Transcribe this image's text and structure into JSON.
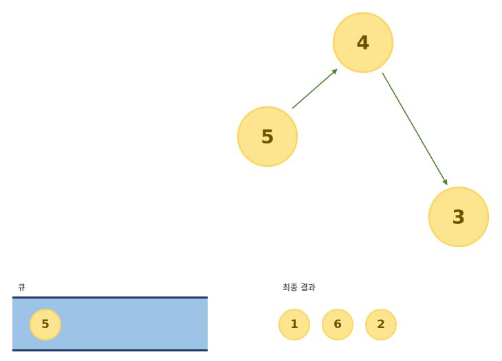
{
  "graph": {
    "nodes": [
      {
        "id": "n5",
        "label": "5"
      },
      {
        "id": "n4",
        "label": "4"
      },
      {
        "id": "n3",
        "label": "3"
      }
    ],
    "edges": [
      {
        "from": "5",
        "to": "4"
      },
      {
        "from": "4",
        "to": "3"
      }
    ]
  },
  "queue": {
    "label": "큐",
    "items": [
      "5"
    ]
  },
  "result": {
    "label": "최종 결과",
    "items": [
      "1",
      "6",
      "2"
    ]
  },
  "colors": {
    "node_fill": "#fde58f",
    "node_border": "#fcd661",
    "node_text": "#6b5200",
    "edge": "#548235",
    "queue_fill": "#9dc3e6",
    "queue_border": "#1f3864"
  }
}
